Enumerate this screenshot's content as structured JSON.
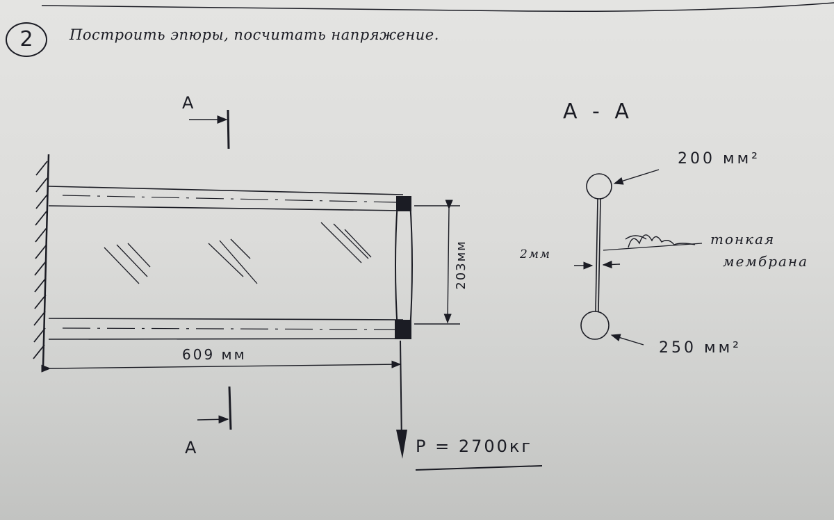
{
  "task": {
    "number": "2",
    "text": "Построить эпюры, посчитать напряжение."
  },
  "beam": {
    "length_label": "609 мм",
    "height_label": "203мм",
    "load_label": "P = 2700кг",
    "section_mark_top": "A",
    "section_mark_bottom": "A"
  },
  "section": {
    "title": "A - A",
    "top_area": "200 мм²",
    "bottom_area": "250 мм²",
    "web_thickness": "2мм",
    "membrane_line1": "тонкая",
    "membrane_line2": "мембрана"
  },
  "colors": {
    "ink": "#1b1c24",
    "paper": "#dcdcda"
  }
}
